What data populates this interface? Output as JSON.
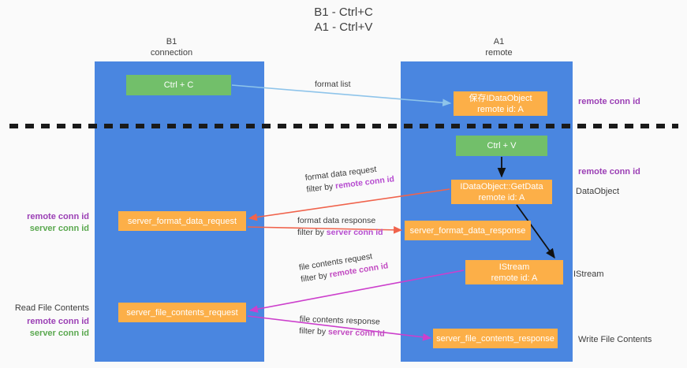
{
  "title": {
    "line1": "B1 - Ctrl+C",
    "line2": "A1 - Ctrl+V"
  },
  "columns": [
    {
      "name": "B1",
      "sub": "connection"
    },
    {
      "name": "A1",
      "sub": "remote"
    }
  ],
  "boxes": {
    "ctrl_c": {
      "label": "Ctrl + C",
      "color": "#72bf6a"
    },
    "ctrl_v": {
      "label": "Ctrl + V",
      "color": "#72bf6a"
    },
    "idataobject": {
      "line1": "保存IDataObject",
      "line2": "remote id: A",
      "color": "#fcaf48"
    },
    "getdata": {
      "line1": "IDataObject::GetData",
      "line2": "remote id: A",
      "color": "#fcaf48"
    },
    "server_format_data_request": {
      "label": "server_format_data_request",
      "color": "#fcaf48"
    },
    "server_format_data_response": {
      "label": "server_format_data_response",
      "color": "#fcaf48"
    },
    "istream": {
      "line1": "IStream",
      "line2": "remote id: A",
      "color": "#fcaf48"
    },
    "server_file_contents_request": {
      "label": "server_file_contents_request",
      "color": "#fcaf48"
    },
    "server_file_contents_response": {
      "label": "server_file_contents_response",
      "color": "#fcaf48"
    }
  },
  "edges": {
    "format_list": {
      "label": "format list",
      "color": "#8ec4ea"
    },
    "format_data_request": {
      "line1": "format data request",
      "line2_prefix": "filter by ",
      "line2_highlight": "remote conn id",
      "color": "#f0634c"
    },
    "format_data_response": {
      "line1": "format data response",
      "line2_prefix": "filter by ",
      "line2_highlight": "server conn id",
      "color": "#f0634c"
    },
    "file_contents_request": {
      "line1": "file contents request",
      "line2_prefix": "filter by ",
      "line2_highlight": "remote conn id",
      "color": "#cc3fcc"
    },
    "file_contents_response": {
      "line1": "file contents response",
      "line2_prefix": "filter by ",
      "line2_highlight": "server conn id",
      "color": "#cc3fcc"
    }
  },
  "annotations": {
    "remote_conn_id_top": "remote conn id",
    "remote_conn_id_mid": "remote conn id",
    "dataobject": "DataObject",
    "istream": "IStream",
    "write_file_contents": "Write File Contents",
    "read_file_contents": "Read File Contents",
    "left_remote_conn_id_1": "remote conn id",
    "left_server_conn_id_1": "server conn id",
    "left_remote_conn_id_2": "remote conn id",
    "left_server_conn_id_2": "server conn id"
  },
  "colors": {
    "lane": "#4a86e0",
    "green_box": "#72bf6a",
    "orange_box": "#fcaf48",
    "purple_text": "#9b3fb5",
    "green_text": "#5aa84f",
    "red_arrow": "#f0634c",
    "magenta_arrow": "#cc3fcc",
    "blue_arrow": "#8ec4ea",
    "black_arrow": "#000000",
    "background": "#fafafa"
  }
}
